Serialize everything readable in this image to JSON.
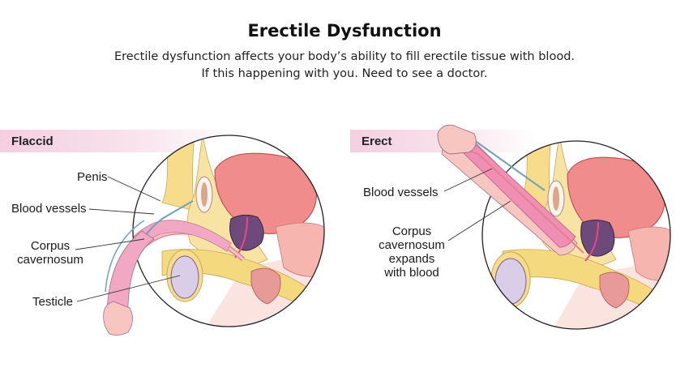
{
  "header": {
    "title": "Erectile Dysfunction",
    "subtitle_line1": "Erectile dysfunction affects your body’s ability to fill erectile tissue with blood.",
    "subtitle_line2": "If this happening with you. Need to see a doctor."
  },
  "panels": {
    "flaccid": {
      "heading": "Flaccid",
      "labels": {
        "penis": "Penis",
        "blood_vessels": "Blood vessels",
        "corpus_line1": "Corpus",
        "corpus_line2": "cavernosum",
        "testicle": "Testicle"
      }
    },
    "erect": {
      "heading": "Erect",
      "labels": {
        "blood_vessels": "Blood vessels",
        "corpus_line1": "Corpus",
        "corpus_line2": "cavernosum",
        "corpus_line3": "expands",
        "corpus_line4": "with blood"
      }
    }
  },
  "colors": {
    "band": "#f4cfe0",
    "fat": "#f7dc8c",
    "bladder": "#f08c8c",
    "prostate": "#6e4a7a",
    "corpus": "#f2a7c3",
    "testicle": "#d9cde8",
    "skin": "#f7c6c0"
  }
}
